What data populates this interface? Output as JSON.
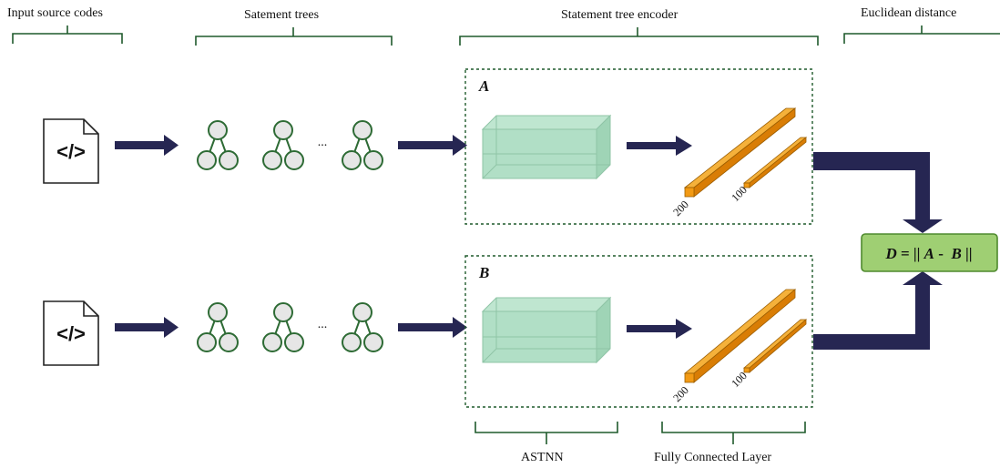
{
  "headers": {
    "input": "Input source codes",
    "trees": "Satement trees",
    "encoder": "Statement tree encoder",
    "distance": "Euclidean distance"
  },
  "footers": {
    "astnn": "ASTNN",
    "fc": "Fully Connected Layer"
  },
  "boxes": {
    "a_label": "A",
    "b_label": "B"
  },
  "ellipsis": "...",
  "dims": {
    "big": "200",
    "small": "100"
  },
  "formula": {
    "lhs": "D",
    "eq": " = || ",
    "a": "A",
    "minus": " -  ",
    "b": "B",
    "end": " ||"
  },
  "icons": {
    "code": "</>"
  },
  "colors": {
    "bracket": "#1f5a2c",
    "arrow": "#262652",
    "tree": "#2e6b35",
    "node_fill": "#e6e6e6",
    "box_fill": "#a8dcc0",
    "bar": "#f29a14",
    "formula_fill": "#9fcf73",
    "formula_border": "#4f8a2e"
  }
}
